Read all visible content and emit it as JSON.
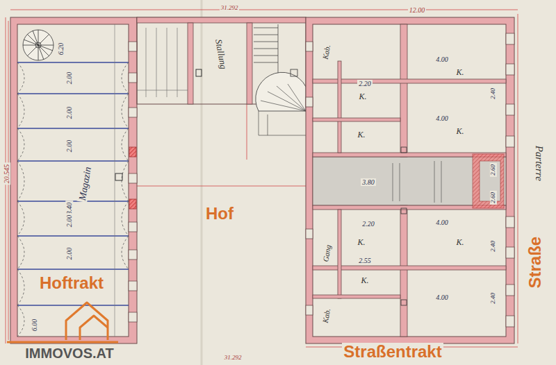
{
  "diagram": {
    "labels": [
      "Hoftrakt",
      "Hof",
      "Straßentrakt",
      "Straße",
      "IMMOVOS.AT",
      "Parterre",
      "Magazin",
      "Stallung",
      "Kab.",
      "K.",
      "K.",
      "K.",
      "K.",
      "Gang",
      "K.",
      "K.",
      "K.",
      "Kab.",
      "6.20",
      "2.00",
      "2.00",
      "2.00",
      "3.40",
      "2.00",
      "2.00",
      "6.00",
      "20.545",
      "31.292",
      "31.292",
      "12.00",
      "4.00",
      "4.00",
      "4.00",
      "4.00",
      "2.40",
      "2.60",
      "2.60",
      "2.40",
      "2.40",
      "2.20",
      "3.80",
      "2.20",
      "2.55"
    ]
  }
}
